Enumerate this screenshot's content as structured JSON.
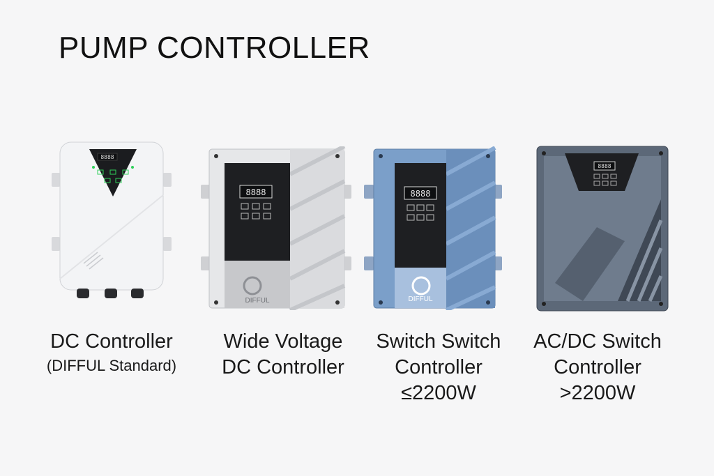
{
  "page": {
    "title": "PUMP CONTROLLER"
  },
  "products": [
    {
      "name_lines": [
        "DC Controller"
      ],
      "sub": "(DIFFUL Standard)",
      "display": "8888"
    },
    {
      "name_lines": [
        "Wide Voltage",
        "DC Controller"
      ],
      "display": "8888",
      "brand": "DIFFUL"
    },
    {
      "name_lines": [
        "Switch Switch",
        "Controller",
        "≤2200W"
      ],
      "display": "8888",
      "brand": "DIFFUL"
    },
    {
      "name_lines": [
        "AC/DC Switch",
        "Controller",
        ">2200W"
      ],
      "display": "8888"
    }
  ],
  "colors": {
    "white_unit": "#f2f3f5",
    "silver_unit": "#d9dadd",
    "blue_unit": "#7b9fc9",
    "dark_unit": "#5c6878",
    "panel_black": "#1e1f22",
    "led_green": "#2fd05a"
  }
}
